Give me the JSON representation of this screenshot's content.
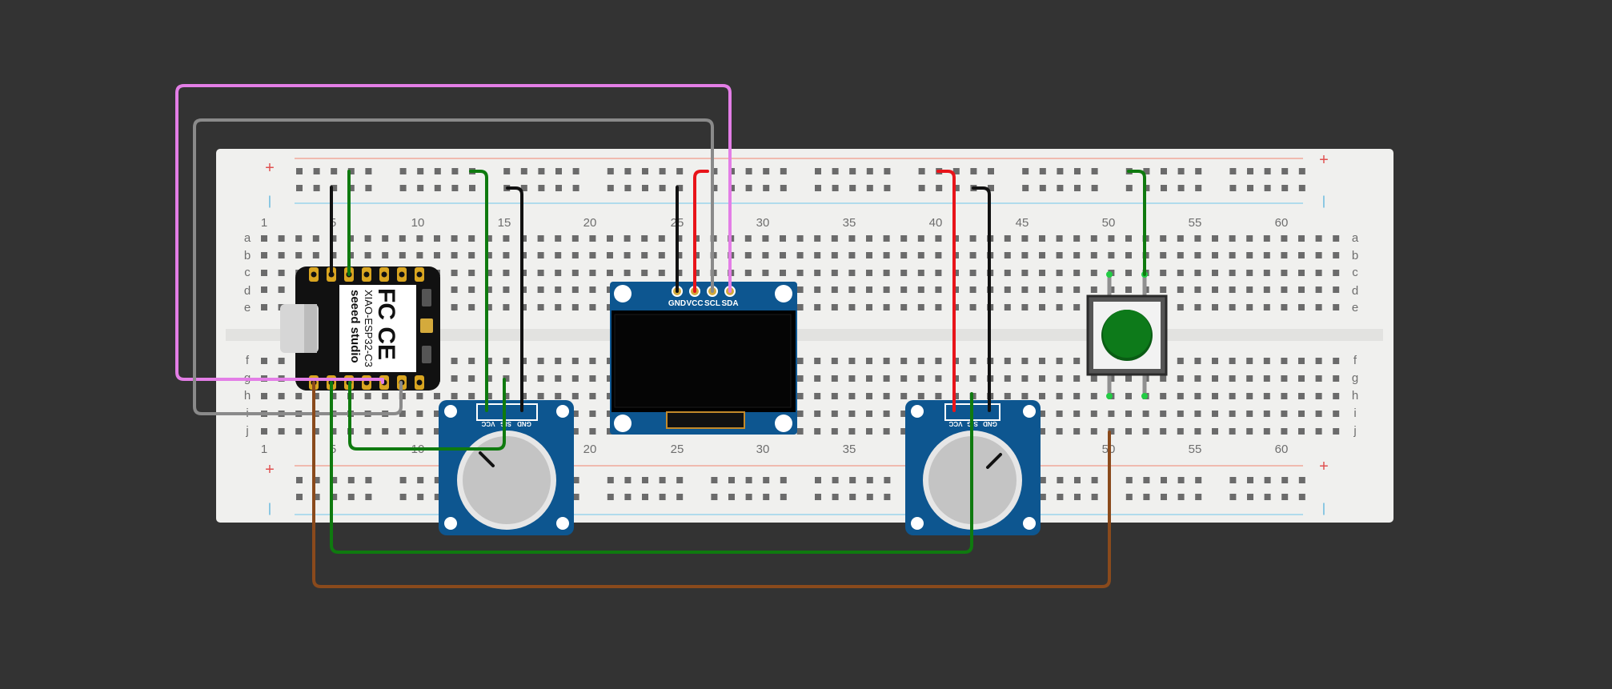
{
  "breadboard": {
    "column_numbers": [
      "1",
      "5",
      "10",
      "15",
      "20",
      "25",
      "30",
      "35",
      "40",
      "45",
      "50",
      "55",
      "60"
    ],
    "row_letters_top": [
      "a",
      "b",
      "c",
      "d",
      "e"
    ],
    "row_letters_bottom": [
      "f",
      "g",
      "h",
      "i",
      "j"
    ],
    "rail_plus": "+",
    "rail_minus": "|"
  },
  "xiao": {
    "brand": "seeed studio",
    "model": "XIAO-ESP32-C3",
    "cert": "FC CE"
  },
  "oled": {
    "pins": [
      "GND",
      "VCC",
      "SCL",
      "SDA"
    ]
  },
  "pot1": {
    "pins": [
      "VCC",
      "SIG",
      "GND"
    ]
  },
  "pot2": {
    "pins": [
      "VCC",
      "SIG",
      "GND"
    ]
  },
  "colors": {
    "background": "#333333",
    "breadboard": "#f0f0ee",
    "wire_pink": "#e37ee6",
    "wire_gray": "#8a8a8a",
    "wire_green": "#0f7a0f",
    "wire_black": "#111111",
    "wire_red": "#e8141a",
    "wire_brown": "#8a4a1c",
    "module_blue": "#0d5690",
    "button_green": "#0d7a1a"
  }
}
